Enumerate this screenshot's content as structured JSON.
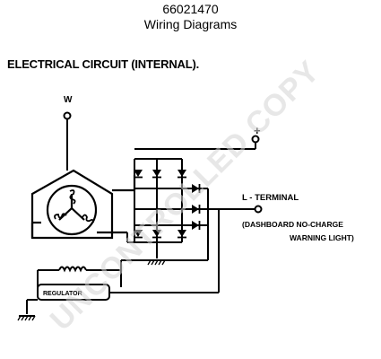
{
  "header": {
    "doc_number": "66021470",
    "doc_title": "Wiring Diagrams"
  },
  "section_title": "ELECTRICAL CIRCUIT (INTERNAL).",
  "diagram": {
    "terminal_w": "W",
    "terminal_plus": "+",
    "terminal_l": "L - TERMINAL",
    "l_note_line1": "(DASHBOARD NO-CHARGE",
    "l_note_line2": "WARNING LIGHT)",
    "regulator_label": "REGULATOR"
  },
  "watermark": "UNCONTROLLED COPY"
}
